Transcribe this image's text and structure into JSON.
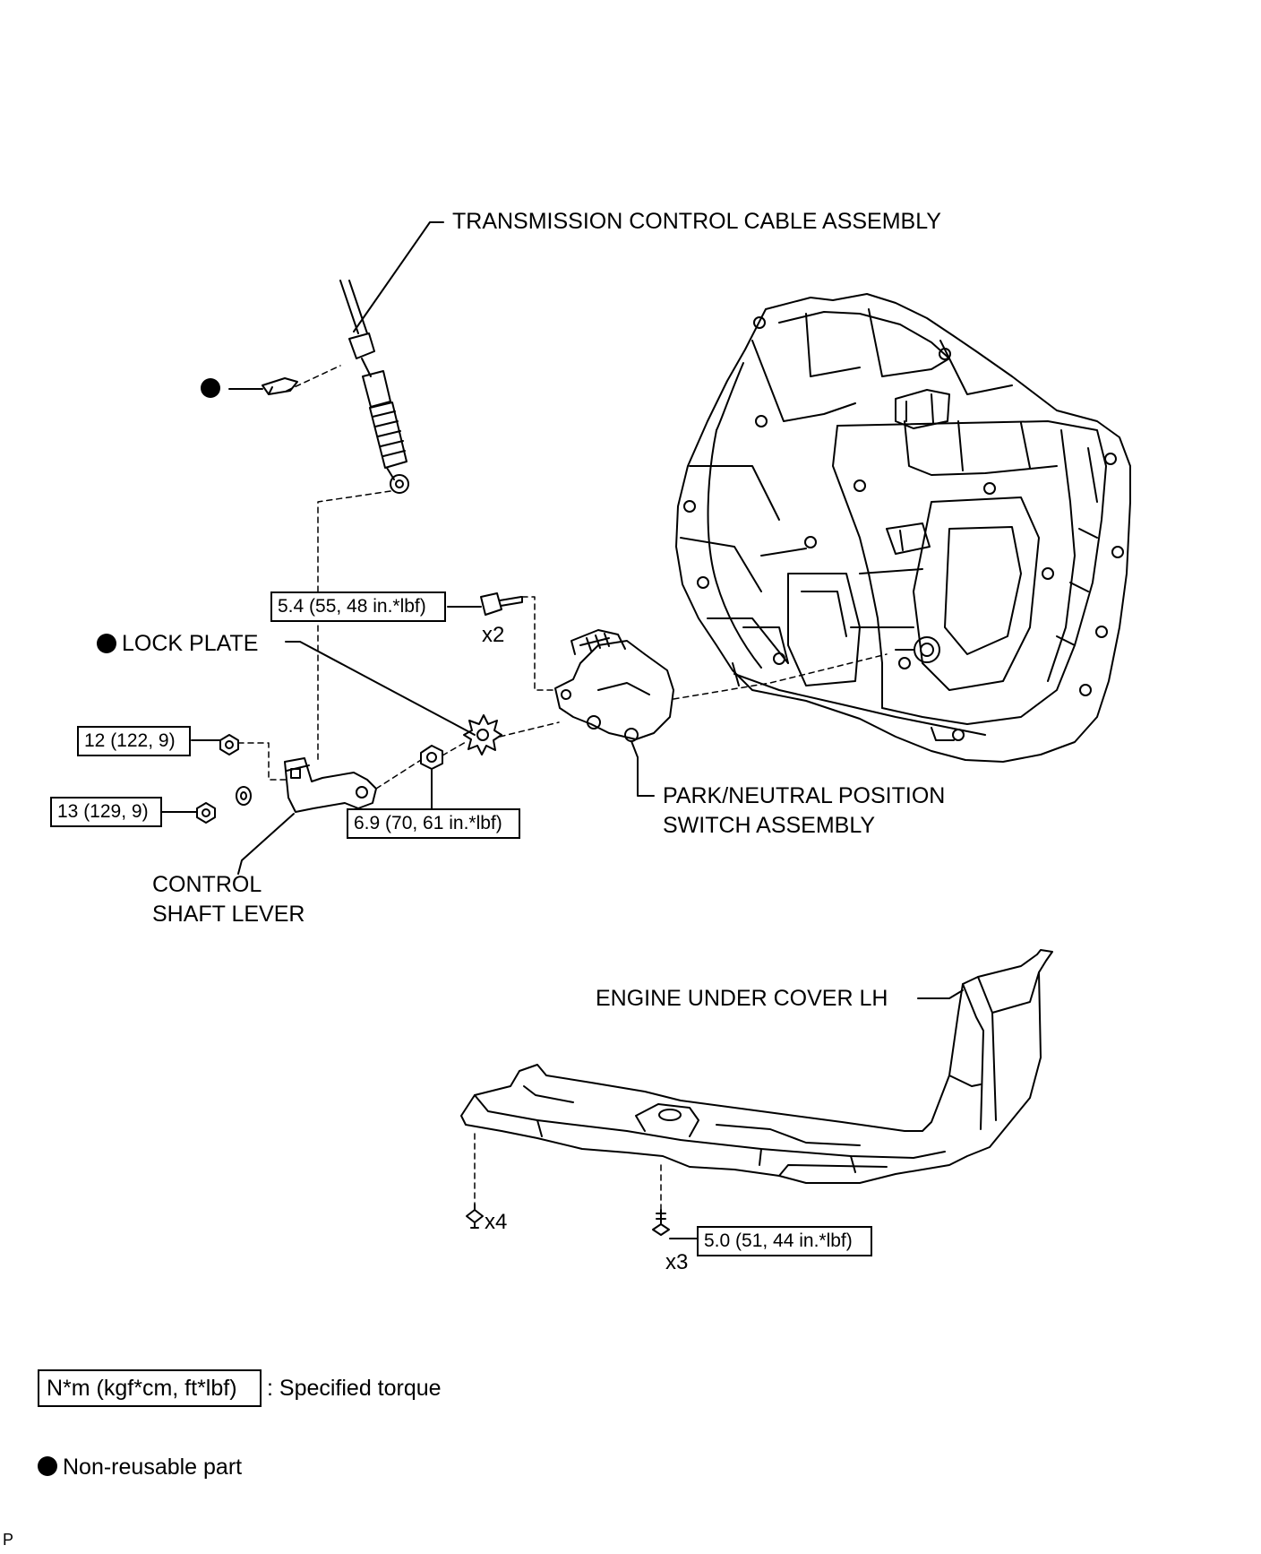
{
  "labels": {
    "cable": "TRANSMISSION CONTROL CABLE ASSEMBLY",
    "lock_plate": "LOCK PLATE",
    "pnp_switch_line1": "PARK/NEUTRAL POSITION",
    "pnp_switch_line2": "SWITCH ASSEMBLY",
    "control_lever_line1": "CONTROL",
    "control_lever_line2": "SHAFT LEVER",
    "under_cover": "ENGINE UNDER COVER LH"
  },
  "torques": {
    "switch_bolt": "5.4 (55, 48 in.*lbf)",
    "lever_nut_upper": "12 (122, 9)",
    "lever_nut_lower": "13 (129, 9)",
    "shaft_nut": "6.9 (70, 61 in.*lbf)",
    "cover_bolt": "5.0 (51, 44 in.*lbf)"
  },
  "quantities": {
    "switch_bolts": "x2",
    "cover_clips": "x4",
    "cover_bolts": "x3"
  },
  "legend": {
    "torque_box": "N*m (kgf*cm, ft*lbf)",
    "torque_text": ": Specified torque",
    "nonreusable_text": "Non-reusable part"
  },
  "page_marker": "P"
}
